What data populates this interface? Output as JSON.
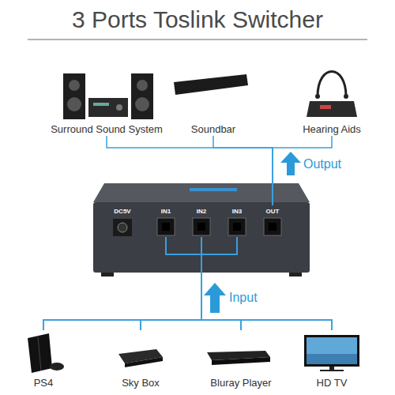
{
  "diagram": {
    "title": "3 Ports Toslink Switcher",
    "nodes": [
      {
        "text": [
          "Surround Sound System"
        ]
      },
      {
        "text": [
          "Soundbar"
        ]
      },
      {
        "text": [
          "Hearing Aids"
        ]
      },
      {
        "text": [
          "IN1"
        ]
      },
      {
        "text": [
          "IN2"
        ]
      },
      {
        "text": [
          "IN3"
        ]
      },
      {
        "text": [
          "OUT"
        ]
      },
      {
        "text": [
          "PS4"
        ]
      },
      {
        "text": [
          "Sky Box"
        ]
      },
      {
        "text": [
          "Bluray Player"
        ]
      },
      {
        "text": [
          "HD TV"
        ]
      }
    ],
    "edges": [
      {
        "from": 6,
        "to": 0,
        "arrow": "none"
      },
      {
        "from": 6,
        "to": 1,
        "arrow": "none"
      },
      {
        "from": 6,
        "to": 2,
        "arrow": "none"
      },
      {
        "from": 7,
        "to": 3,
        "arrow": "none"
      },
      {
        "from": 7,
        "to": 4,
        "arrow": "none"
      },
      {
        "from": 7,
        "to": 5,
        "arrow": "none"
      },
      {
        "from": 8,
        "to": 3,
        "arrow": "none"
      },
      {
        "from": 8,
        "to": 4,
        "arrow": "none"
      },
      {
        "from": 8,
        "to": 5,
        "arrow": "none"
      },
      {
        "from": 9,
        "to": 3,
        "arrow": "none"
      },
      {
        "from": 9,
        "to": 4,
        "arrow": "none"
      },
      {
        "from": 9,
        "to": 5,
        "arrow": "none"
      },
      {
        "from": 10,
        "to": 3,
        "arrow": "none"
      },
      {
        "from": 10,
        "to": 4,
        "arrow": "none"
      },
      {
        "from": 10,
        "to": 5,
        "arrow": "none"
      }
    ],
    "labels": [
      "DC5V",
      "Output",
      "Input"
    ]
  }
}
